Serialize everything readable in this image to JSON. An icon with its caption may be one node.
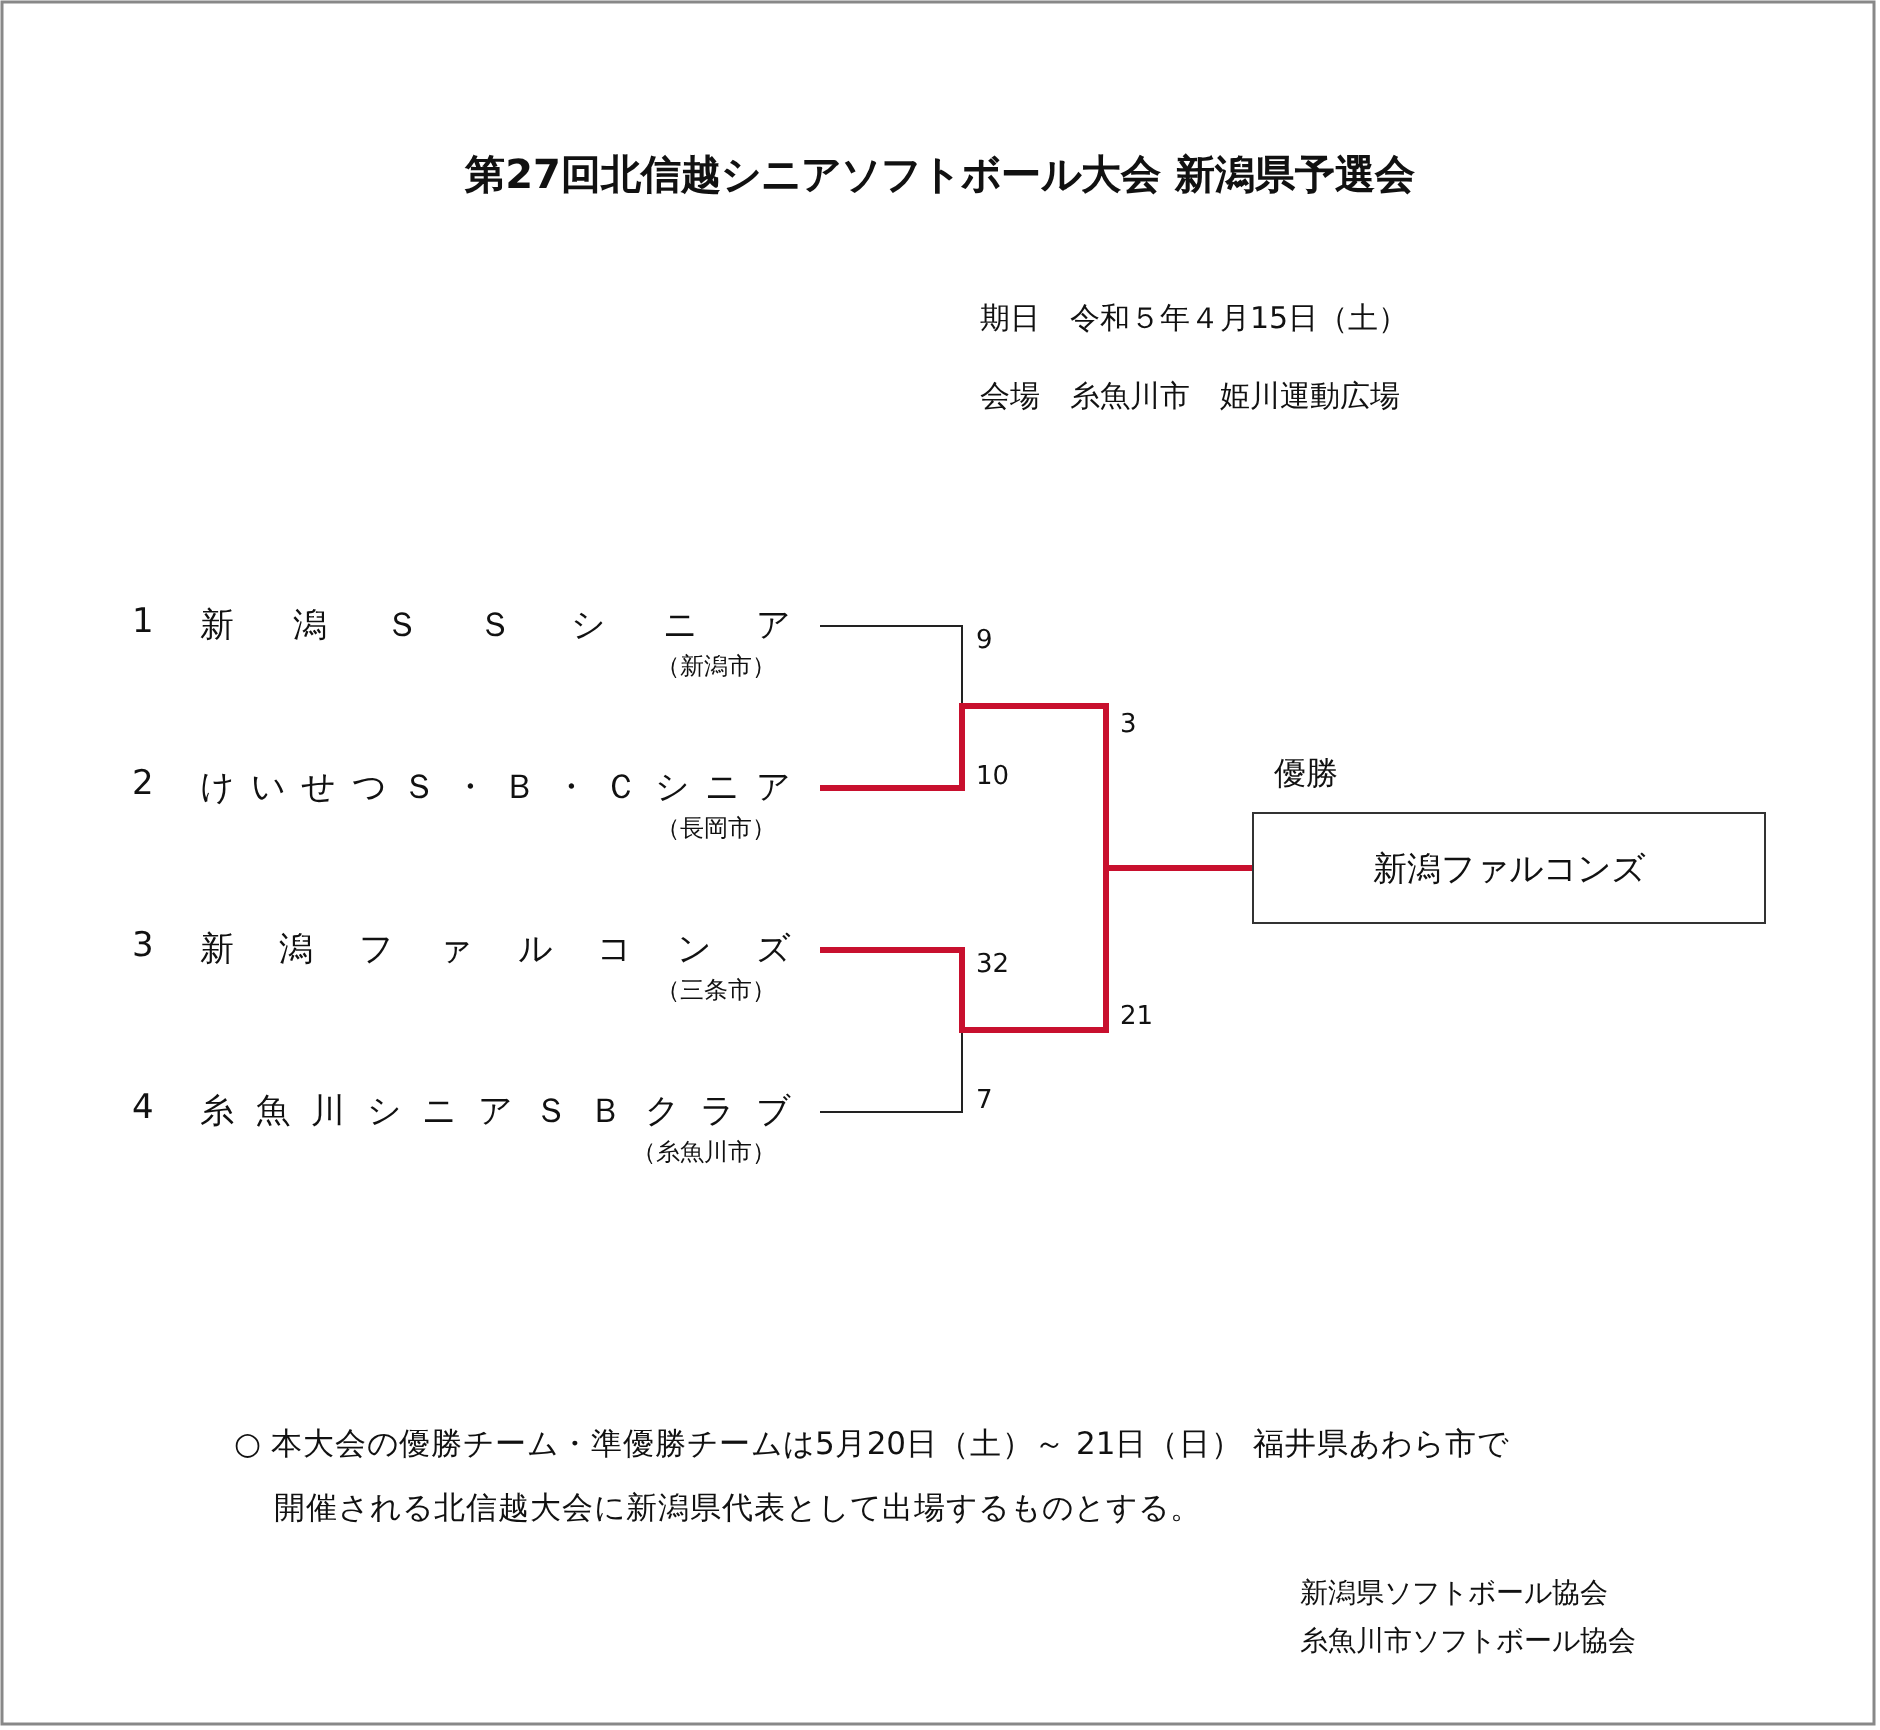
{
  "diagram": {
    "title": "第27回北信越シニアソフトボール大会 新潟県予選会",
    "nodes": [
      {
        "text": [
          "1",
          "新潟ＳＳシニア"
        ],
        "beside": [
          "（新潟市）"
        ]
      },
      {
        "text": [
          "2",
          "けいせつＳ・Ｂ・Ｃシニア"
        ],
        "beside": [
          "（長岡市）"
        ]
      },
      {
        "text": [
          "3",
          "新潟ファルコンズ"
        ],
        "beside": [
          "（三条市）"
        ]
      },
      {
        "text": [
          "4",
          "糸魚川シニアＳＢクラブ"
        ],
        "beside": [
          "（糸魚川市）"
        ]
      },
      {
        "text": [
          "優勝",
          "新潟ファルコンズ"
        ]
      }
    ],
    "edges": [
      {
        "from": 0,
        "to": 4,
        "arrow": "none",
        "label": "9"
      },
      {
        "from": 1,
        "to": 4,
        "arrow": "none",
        "label": "10",
        "style": "thick",
        "color": "#c8102e"
      },
      {
        "from": 2,
        "to": 4,
        "arrow": "none",
        "label": "32",
        "style": "thick",
        "color": "#c8102e"
      },
      {
        "from": 3,
        "to": 4,
        "arrow": "none",
        "label": "7"
      }
    ],
    "labels": [
      "期日　令和５年４月15日（土）",
      "会場　糸魚川市　姫川運動広場",
      "3",
      "21",
      "○ 本大会の優勝チーム・準優勝チームは5月20日（土）～ 21日（日） 福井県あわら市で開催される北信越大会に新潟県代表として出場するものとする。",
      "新潟県ソフトボール協会",
      "糸魚川市ソフトボール協会"
    ]
  }
}
